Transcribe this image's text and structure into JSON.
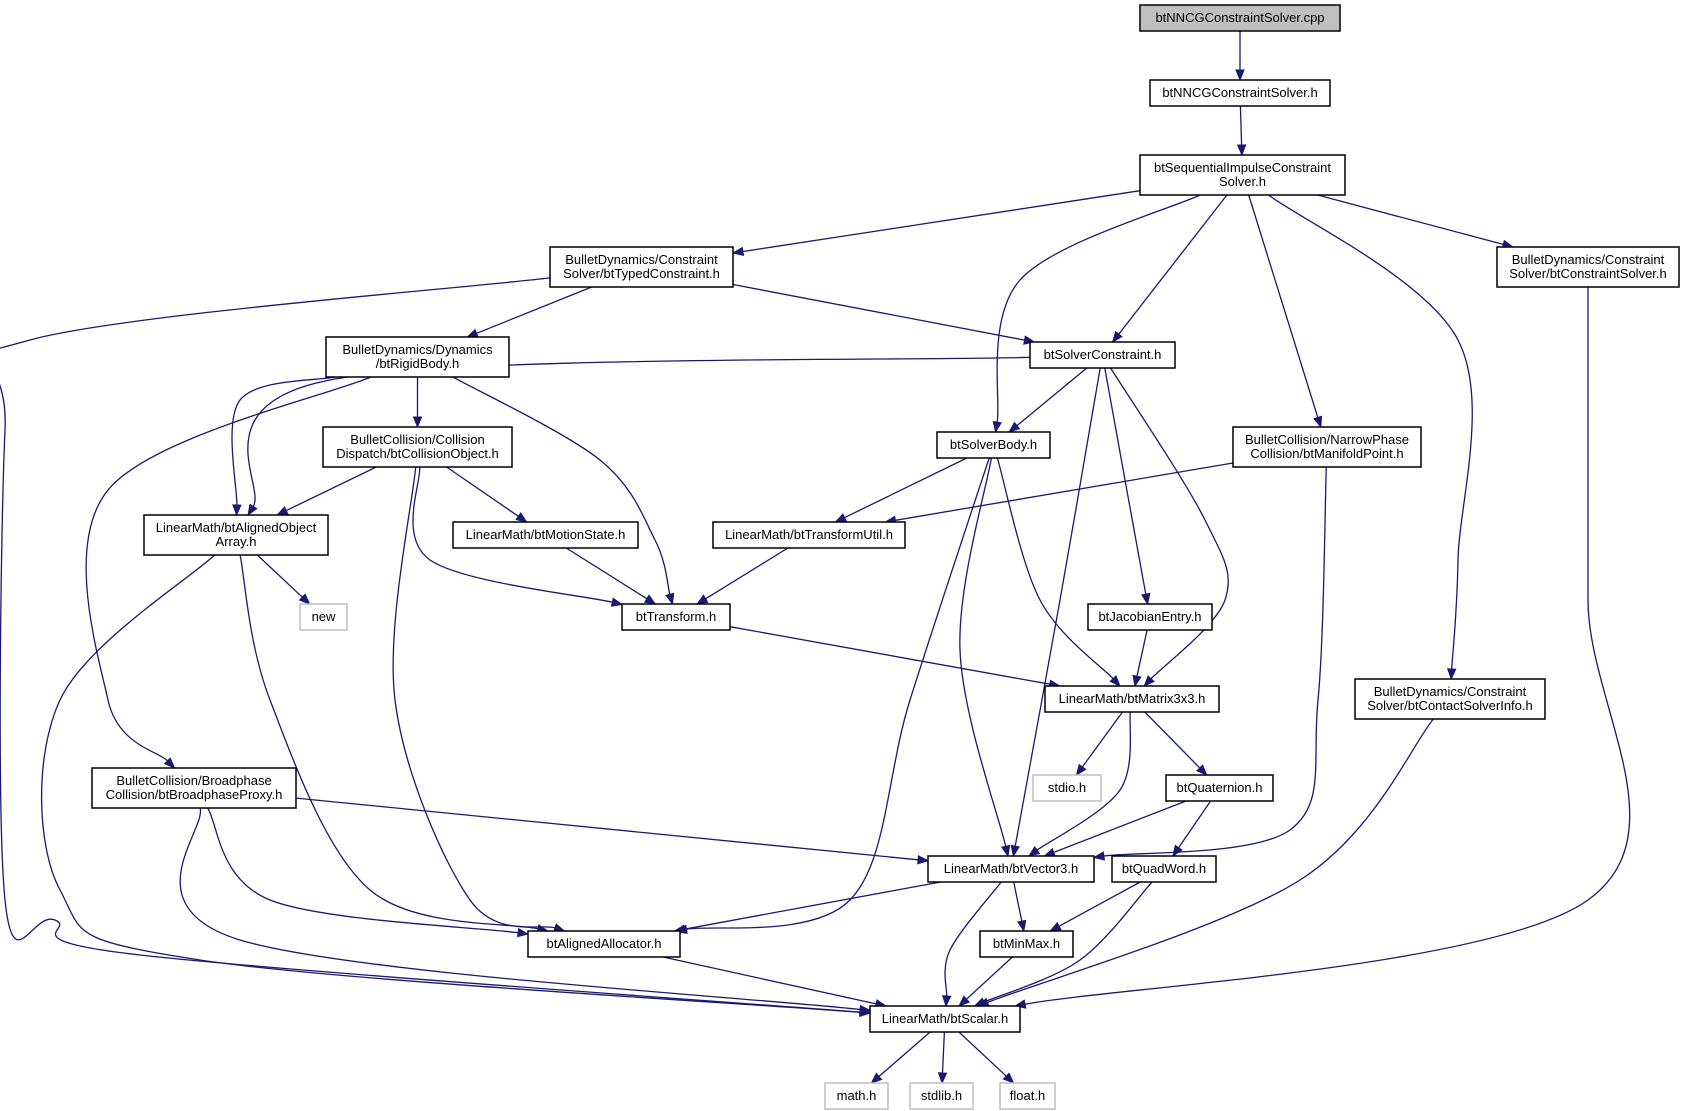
{
  "colors": {
    "edge": "#191970",
    "root_fill": "#bfbfbf",
    "node_border": "#000000",
    "external_border": "#bfbfbf",
    "background": "#ffffff"
  },
  "nodes": [
    {
      "id": "cpp",
      "lines": [
        "btNNCGConstraintSolver.cpp"
      ],
      "kind": "root"
    },
    {
      "id": "nncg_h",
      "lines": [
        "btNNCGConstraintSolver.h"
      ],
      "kind": "file"
    },
    {
      "id": "seq",
      "lines": [
        "btSequentialImpulseConstraint",
        "Solver.h"
      ],
      "kind": "file"
    },
    {
      "id": "typed",
      "lines": [
        "BulletDynamics/Constraint",
        "Solver/btTypedConstraint.h"
      ],
      "kind": "file"
    },
    {
      "id": "csolver",
      "lines": [
        "BulletDynamics/Constraint",
        "Solver/btConstraintSolver.h"
      ],
      "kind": "file"
    },
    {
      "id": "rigid",
      "lines": [
        "BulletDynamics/Dynamics",
        "/btRigidBody.h"
      ],
      "kind": "file"
    },
    {
      "id": "solvc",
      "lines": [
        "btSolverConstraint.h"
      ],
      "kind": "file"
    },
    {
      "id": "colobj",
      "lines": [
        "BulletCollision/Collision",
        "Dispatch/btCollisionObject.h"
      ],
      "kind": "file"
    },
    {
      "id": "solvbody",
      "lines": [
        "btSolverBody.h"
      ],
      "kind": "file"
    },
    {
      "id": "manif",
      "lines": [
        "BulletCollision/NarrowPhase",
        "Collision/btManifoldPoint.h"
      ],
      "kind": "file"
    },
    {
      "id": "aoa",
      "lines": [
        "LinearMath/btAlignedObject",
        "Array.h"
      ],
      "kind": "file"
    },
    {
      "id": "motion",
      "lines": [
        "LinearMath/btMotionState.h"
      ],
      "kind": "file"
    },
    {
      "id": "tutil",
      "lines": [
        "LinearMath/btTransformUtil.h"
      ],
      "kind": "file"
    },
    {
      "id": "new",
      "lines": [
        "new"
      ],
      "kind": "external"
    },
    {
      "id": "transform",
      "lines": [
        "btTransform.h"
      ],
      "kind": "file"
    },
    {
      "id": "jacob",
      "lines": [
        "btJacobianEntry.h"
      ],
      "kind": "file"
    },
    {
      "id": "matrix",
      "lines": [
        "LinearMath/btMatrix3x3.h"
      ],
      "kind": "file"
    },
    {
      "id": "contact",
      "lines": [
        "BulletDynamics/Constraint",
        "Solver/btContactSolverInfo.h"
      ],
      "kind": "file"
    },
    {
      "id": "broad",
      "lines": [
        "BulletCollision/Broadphase",
        "Collision/btBroadphaseProxy.h"
      ],
      "kind": "file"
    },
    {
      "id": "stdio",
      "lines": [
        "stdio.h"
      ],
      "kind": "external"
    },
    {
      "id": "quat",
      "lines": [
        "btQuaternion.h"
      ],
      "kind": "file"
    },
    {
      "id": "vector",
      "lines": [
        "LinearMath/btVector3.h"
      ],
      "kind": "file"
    },
    {
      "id": "quadword",
      "lines": [
        "btQuadWord.h"
      ],
      "kind": "file"
    },
    {
      "id": "alloc",
      "lines": [
        "btAlignedAllocator.h"
      ],
      "kind": "file"
    },
    {
      "id": "minmax",
      "lines": [
        "btMinMax.h"
      ],
      "kind": "file"
    },
    {
      "id": "scalar",
      "lines": [
        "LinearMath/btScalar.h"
      ],
      "kind": "file"
    },
    {
      "id": "math",
      "lines": [
        "math.h"
      ],
      "kind": "external"
    },
    {
      "id": "stdlib",
      "lines": [
        "stdlib.h"
      ],
      "kind": "external"
    },
    {
      "id": "float",
      "lines": [
        "float.h"
      ],
      "kind": "external"
    }
  ],
  "edges": [
    [
      "cpp",
      "nncg_h"
    ],
    [
      "nncg_h",
      "seq"
    ],
    [
      "seq",
      "typed"
    ],
    [
      "seq",
      "solvbody"
    ],
    [
      "seq",
      "solvc"
    ],
    [
      "seq",
      "manif"
    ],
    [
      "seq",
      "contact"
    ],
    [
      "seq",
      "csolver"
    ],
    [
      "typed",
      "rigid"
    ],
    [
      "typed",
      "solvc"
    ],
    [
      "typed",
      "scalar"
    ],
    [
      "rigid",
      "colobj"
    ],
    [
      "rigid",
      "aoa"
    ],
    [
      "rigid",
      "transform"
    ],
    [
      "rigid",
      "broad"
    ],
    [
      "solvc",
      "solvbody"
    ],
    [
      "solvc",
      "aoa"
    ],
    [
      "solvc",
      "vector"
    ],
    [
      "solvc",
      "jacob"
    ],
    [
      "solvc",
      "matrix"
    ],
    [
      "colobj",
      "aoa"
    ],
    [
      "colobj",
      "motion"
    ],
    [
      "colobj",
      "transform"
    ],
    [
      "colobj",
      "alloc"
    ],
    [
      "solvbody",
      "tutil"
    ],
    [
      "solvbody",
      "vector"
    ],
    [
      "solvbody",
      "matrix"
    ],
    [
      "solvbody",
      "alloc"
    ],
    [
      "manif",
      "tutil"
    ],
    [
      "manif",
      "vector"
    ],
    [
      "csolver",
      "scalar"
    ],
    [
      "aoa",
      "new"
    ],
    [
      "aoa",
      "alloc"
    ],
    [
      "aoa",
      "scalar"
    ],
    [
      "motion",
      "transform"
    ],
    [
      "tutil",
      "transform"
    ],
    [
      "transform",
      "matrix"
    ],
    [
      "jacob",
      "matrix"
    ],
    [
      "matrix",
      "stdio"
    ],
    [
      "matrix",
      "quat"
    ],
    [
      "matrix",
      "vector"
    ],
    [
      "contact",
      "scalar"
    ],
    [
      "broad",
      "vector"
    ],
    [
      "broad",
      "alloc"
    ],
    [
      "broad",
      "scalar"
    ],
    [
      "quat",
      "vector"
    ],
    [
      "quat",
      "quadword"
    ],
    [
      "vector",
      "alloc"
    ],
    [
      "vector",
      "minmax"
    ],
    [
      "vector",
      "scalar"
    ],
    [
      "quadword",
      "minmax"
    ],
    [
      "quadword",
      "scalar"
    ],
    [
      "alloc",
      "scalar"
    ],
    [
      "minmax",
      "scalar"
    ],
    [
      "scalar",
      "math"
    ],
    [
      "scalar",
      "stdlib"
    ],
    [
      "scalar",
      "float"
    ]
  ]
}
